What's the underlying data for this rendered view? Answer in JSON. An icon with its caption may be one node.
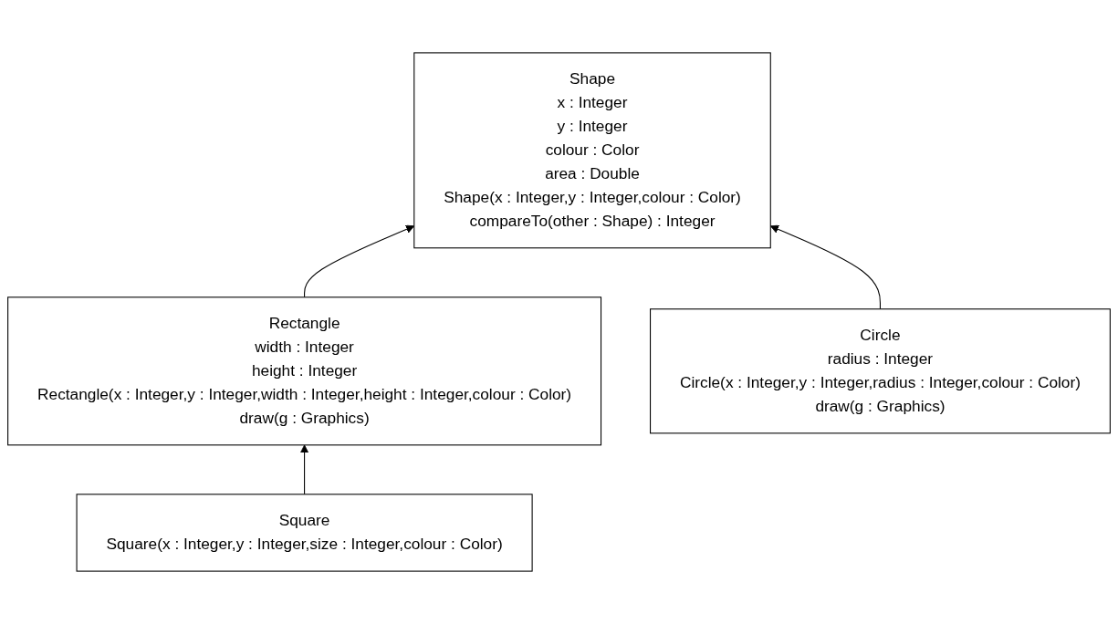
{
  "diagram": {
    "nodes": [
      {
        "text": [
          "Shape",
          "x : Integer",
          "y : Integer",
          "colour : Color",
          "area : Double",
          "Shape(x : Integer,y : Integer,colour : Color)",
          "compareTo(other : Shape) : Integer"
        ]
      },
      {
        "text": [
          "Rectangle",
          "width : Integer",
          "height : Integer",
          "Rectangle(x : Integer,y : Integer,width : Integer,height : Integer,colour : Color)",
          "draw(g : Graphics)"
        ]
      },
      {
        "text": [
          "Circle",
          "radius : Integer",
          "Circle(x : Integer,y : Integer,radius : Integer,colour : Color)",
          "draw(g : Graphics)"
        ]
      },
      {
        "text": [
          "Square",
          "Square(x : Integer,y : Integer,size : Integer,colour : Color)"
        ]
      }
    ],
    "edges": [
      {
        "from": 1,
        "to": 0,
        "arrow": "to"
      },
      {
        "from": 2,
        "to": 0,
        "arrow": "to"
      },
      {
        "from": 3,
        "to": 1,
        "arrow": "to"
      }
    ]
  }
}
